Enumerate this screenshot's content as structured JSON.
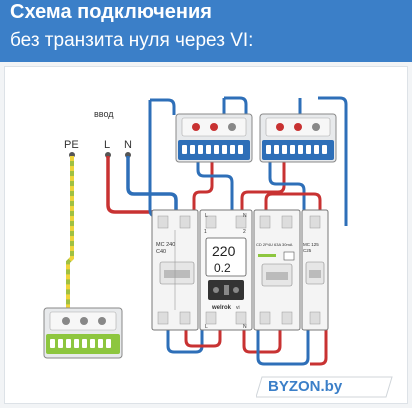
{
  "header": {
    "title": "Схема подключения",
    "subtitle": "без транзита нуля через VI:"
  },
  "diagram": {
    "input_label": "ввод",
    "terminals": {
      "pe": "PE",
      "l": "L",
      "n": "N"
    },
    "relay": {
      "display_top": "220",
      "display_bottom": "0.2",
      "brand": "welrok",
      "model_suffix": "vi",
      "terminal_top_left": "L",
      "terminal_top_right": "N",
      "terminal_top_num1": "1",
      "terminal_top_num2": "2",
      "terminal_bottom_left": "L",
      "terminal_bottom_right": "N"
    },
    "breaker_main": {
      "line1": "MC 240",
      "line2": "C40"
    },
    "rcd": {
      "line1": "CD 2P4U 63A 30mA",
      "line2": ""
    },
    "breaker_out": {
      "line1": "MC 125",
      "line2": "C25"
    }
  },
  "watermark": {
    "text": "BYZON.by"
  },
  "colors": {
    "header_bg": "#3b7fc8",
    "wire_phase": "#c83232",
    "wire_neutral": "#2e6fb8",
    "wire_pe_green": "#9fc043",
    "wire_pe_yellow": "#f0d43a",
    "terminal_blue": "#2e6fb8",
    "terminal_green": "#8dc63f"
  }
}
